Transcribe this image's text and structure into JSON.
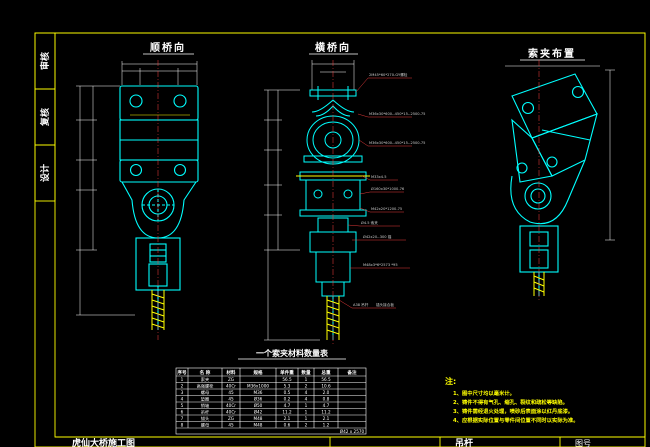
{
  "colors": {
    "background": "#000000",
    "frame": "#ffff00",
    "part": "#00ffff",
    "dim": "#ffffff",
    "leader": "#ff4040",
    "hatch": "#ffff00",
    "text": "#ffffff",
    "note_text": "#ffff00"
  },
  "side_block": {
    "label_top": "审核",
    "label_mid": "复核",
    "label_bottom": "设计"
  },
  "views": {
    "view1_title": "顺桥向",
    "view2_title": "横桥向",
    "view3_title": "索夹布置"
  },
  "callouts": [
    "2M45*60*270-GY螺栓",
    "M36x30*600--450*15--2500-75",
    "M36x30*600--450*15--2500-75",
    "M33x4.5",
    "Ø160x30*1000-76",
    "M42x20*1200-75",
    "Ø4.5 索夹",
    "Ø42x20--300 锚",
    "M48x3*6*2573 *95",
    "A38 吊杆",
    "锚头接合板"
  ],
  "table": {
    "title": "一个索夹材料数量表",
    "headers": [
      "序号",
      "名 称",
      "材料",
      "规格",
      "单件重",
      "数量",
      "总重",
      "备注"
    ],
    "rows": [
      [
        "1",
        "索夹",
        "ZG",
        "",
        "56.5",
        "1",
        "56.5",
        ""
      ],
      [
        "2",
        "高强螺栓",
        "40Cr",
        "M36x1000",
        "5.3",
        "2",
        "10.6",
        ""
      ],
      [
        "3",
        "螺母",
        "45",
        "M36",
        "0.5",
        "4",
        "2.0",
        ""
      ],
      [
        "4",
        "垫圈",
        "45",
        "Ø36",
        "0.2",
        "4",
        "0.8",
        ""
      ],
      [
        "5",
        "销轴",
        "40Cr",
        "Ø50",
        "4.7",
        "1",
        "4.7",
        ""
      ],
      [
        "6",
        "吊杆",
        "40Cr",
        "Ø42",
        "11.2",
        "1",
        "11.2",
        ""
      ],
      [
        "7",
        "锚头",
        "ZG",
        "M48",
        "2.1",
        "1",
        "2.1",
        ""
      ],
      [
        "8",
        "螺母",
        "45",
        "M48",
        "0.6",
        "2",
        "1.2",
        ""
      ]
    ],
    "footer": "Ø42 x 2570"
  },
  "notes": {
    "title": "注:",
    "items": [
      "1、图中尺寸均以毫米计。",
      "2、铸件不得有气孔、缩孔、裂纹和疏松等缺陷。",
      "3、铸件需经退火处理，喷砂后表面涂以红丹底漆。",
      "4、应根据实际位置与零件间位置不同时以实际为准。"
    ]
  },
  "titleblock": {
    "project": "虎仙大桥施工图",
    "drawing": "吊杆",
    "label": "图号"
  }
}
